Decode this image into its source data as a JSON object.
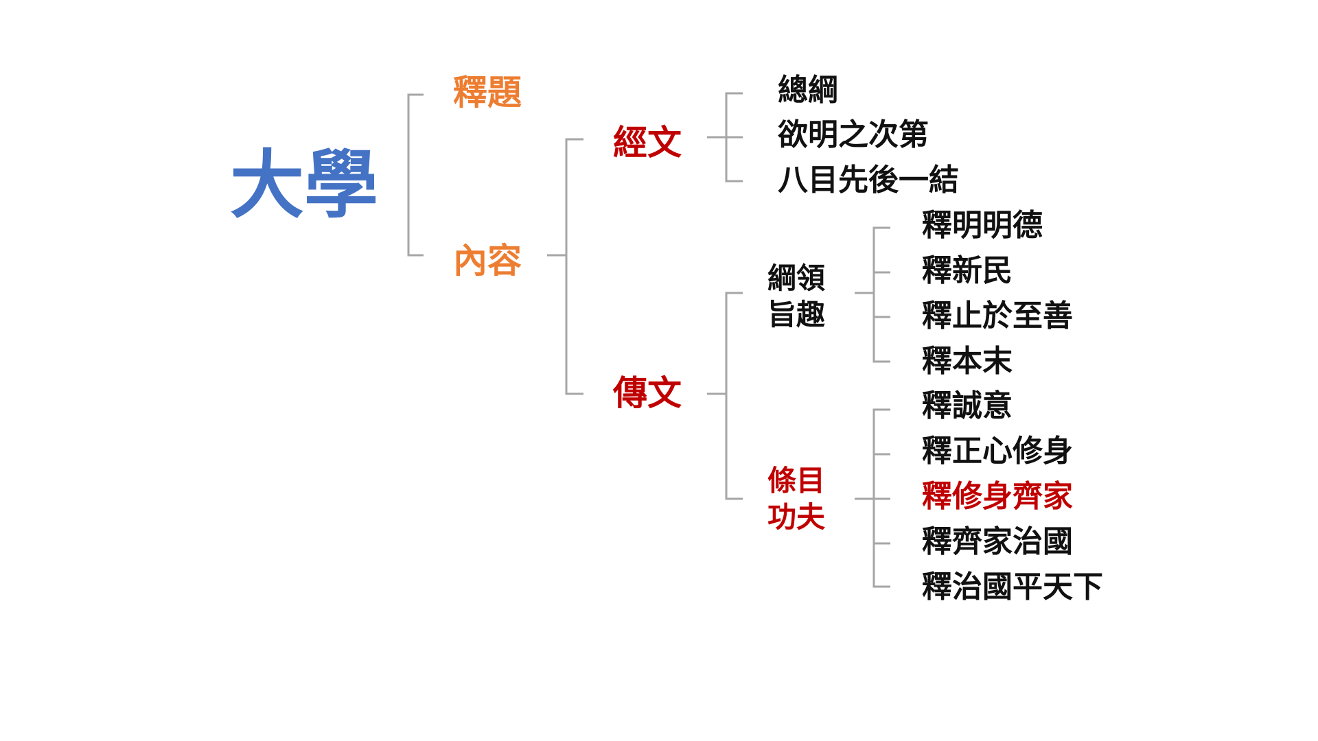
{
  "colors": {
    "root": "#4472C4",
    "level1": "#ED7D31",
    "emphasis": "#C00000",
    "text": "#111111",
    "connector": "#A6A6A6"
  },
  "root": "大學",
  "title_section": "釋題",
  "content_section": "內容",
  "classic_text": {
    "label": "經文",
    "items": [
      "總綱",
      "欲明之次第",
      "八目先後一結"
    ]
  },
  "commentary": {
    "label": "傳文",
    "principles": {
      "label_line1": "綱領",
      "label_line2": "旨趣",
      "items": [
        "釋明明德",
        "釋新民",
        "釋止於至善",
        "釋本末"
      ]
    },
    "steps": {
      "label_line1": "條目",
      "label_line2": "功夫",
      "items": [
        "釋誠意",
        "釋正心修身",
        "釋修身齊家",
        "釋齊家治國",
        "釋治國平天下"
      ],
      "highlighted_item": "釋修身齊家"
    }
  }
}
